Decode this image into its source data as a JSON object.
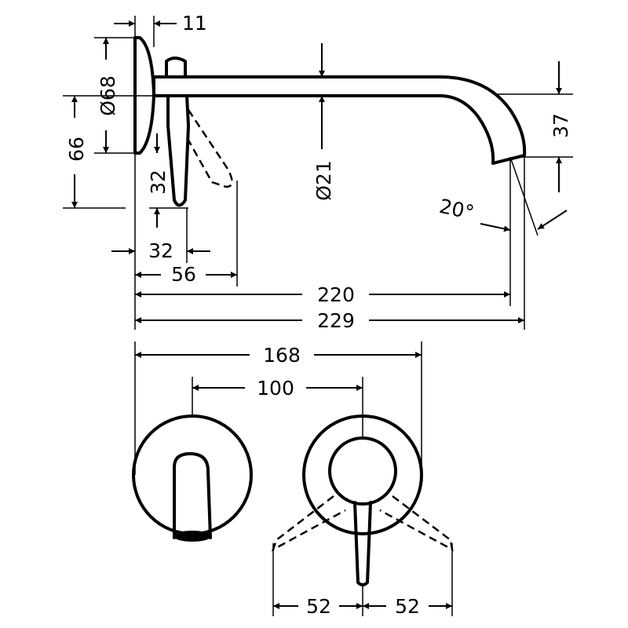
{
  "dimensions": {
    "d11": "11",
    "d68": "Ø68",
    "d66": "66",
    "d32v": "32",
    "d21": "Ø21",
    "d37": "37",
    "angle": "20°",
    "d32h": "32",
    "d56": "56",
    "d220": "220",
    "d229": "229",
    "d168": "168",
    "d100": "100",
    "d52l": "52",
    "d52r": "52"
  }
}
